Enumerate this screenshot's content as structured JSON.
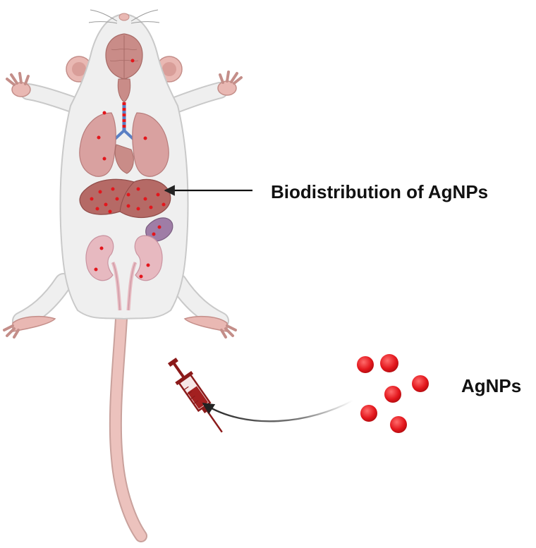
{
  "labels": {
    "biodistribution": "Biodistribution of AgNPs",
    "agnps": "AgNPs"
  },
  "colors": {
    "body": "#efefef",
    "outline": "#c9c9c9",
    "skin_pink": "#e9b8b3",
    "organ": "#c98c88",
    "liver": "#b56a66",
    "kidney": "#e7b9c0",
    "nanoparticle": "#e3161c",
    "syringe": "#8b1a1a",
    "arrow": "#222222"
  },
  "icons": [
    "mouse-illustration",
    "syringe-icon",
    "nanoparticle-dot",
    "arrow"
  ]
}
